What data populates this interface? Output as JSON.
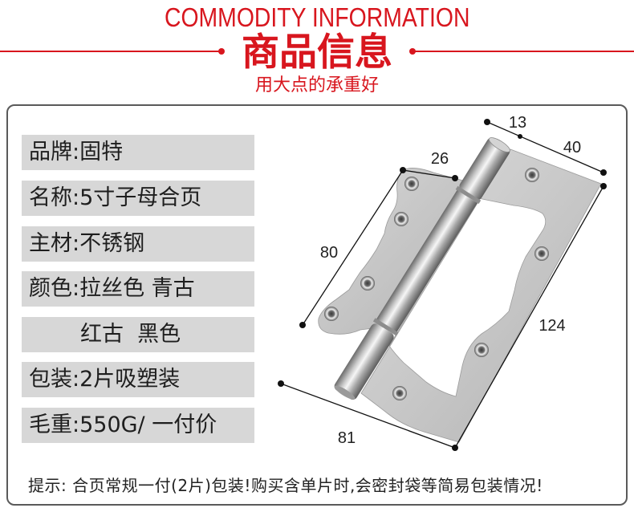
{
  "header": {
    "title_en": "COMMODITY INFORMATION",
    "title_cn": "商品信息",
    "subtitle": "用大点的承重好"
  },
  "specs": [
    "品牌:固特",
    "名称:5寸子母合页",
    "主材:不锈钢",
    "颜色:拉丝色 青古",
    "红古  黑色",
    "包装:2片吸塑装",
    "毛重:550G/ 一付价"
  ],
  "dimensions": [
    "13",
    "40",
    "26",
    "80",
    "124",
    "81"
  ],
  "note": "提示: 合页常规一付(2片)包装!购买含单片时,会密封袋等简易包装情况!",
  "colors": {
    "accent": "#d8161e",
    "spec_box": "#d7d7d7",
    "panel_border": "#5a5a5a",
    "text": "#1e1e1e"
  }
}
